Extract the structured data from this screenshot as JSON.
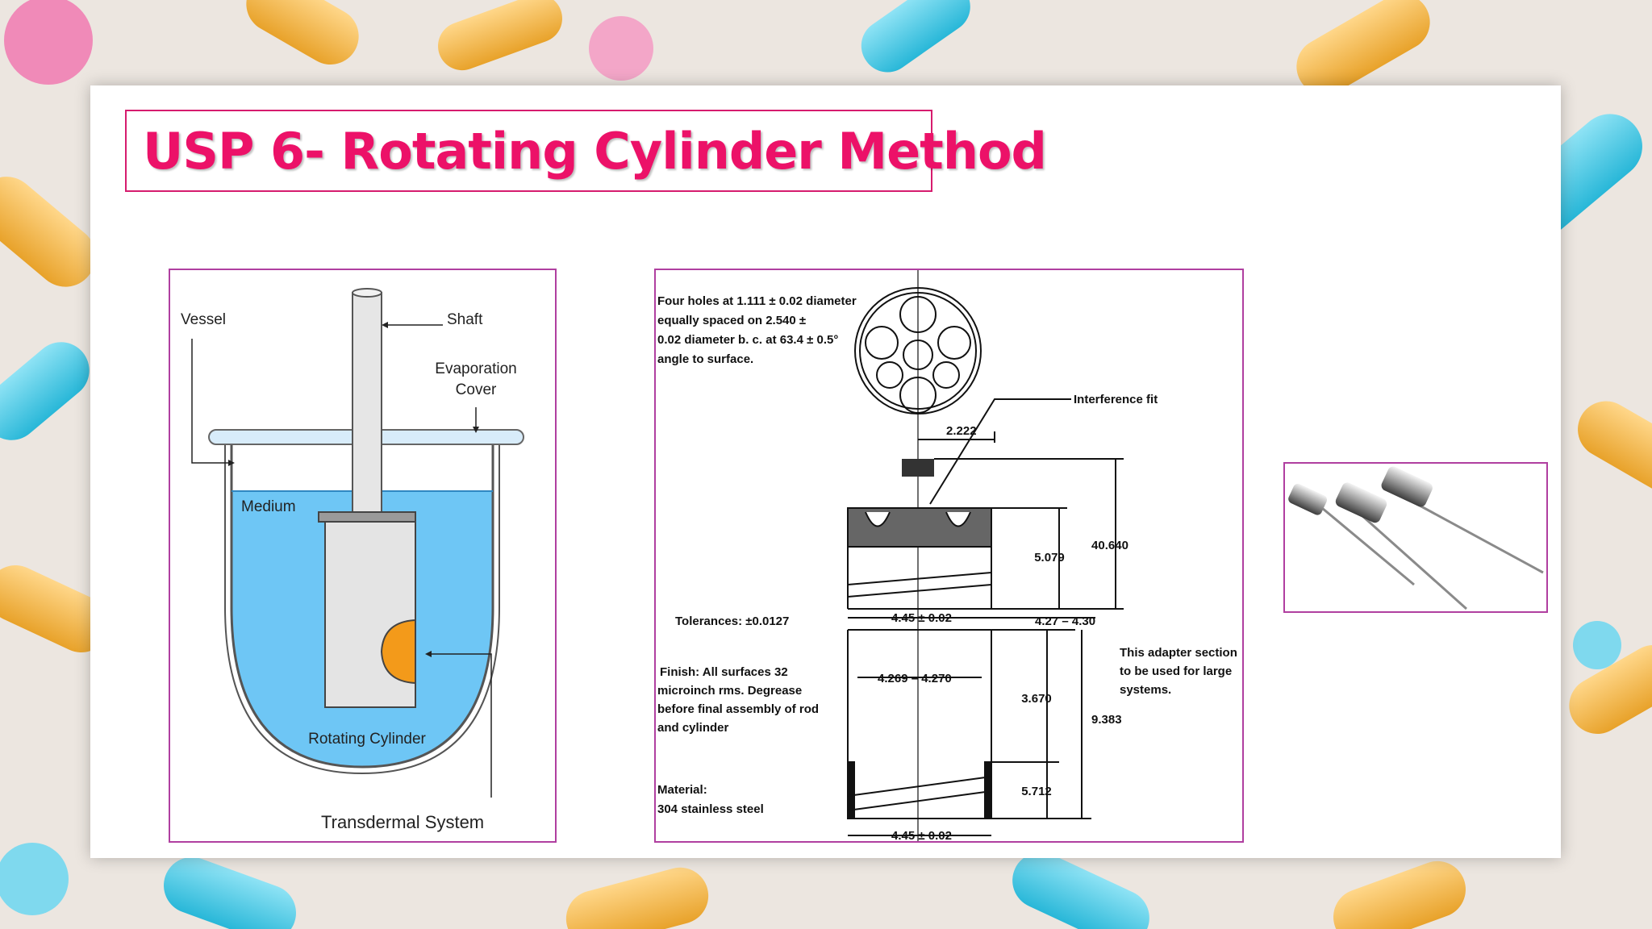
{
  "slide": {
    "title": "USP 6- Rotating Cylinder Method"
  },
  "apparatus_diagram": {
    "labels": {
      "vessel": "Vessel",
      "shaft": "Shaft",
      "evaporation_cover_1": "Evaporation",
      "evaporation_cover_2": "Cover",
      "medium": "Medium",
      "rotating_cylinder": "Rotating Cylinder",
      "transdermal_system": "Transdermal System"
    }
  },
  "technical_drawing": {
    "note_holes": [
      "Four holes at 1.111 ± 0.02 diameter",
      "equally spaced on 2.540 ±",
      "0.02 diameter b. c. at 63.4 ± 0.5°",
      "angle to surface."
    ],
    "interference_fit": "Interference fit",
    "dim_2222": "2.222",
    "dim_40640": "40.640",
    "dim_5079": "5.079",
    "tolerances": "Tolerances: ±0.0127",
    "dim_445_top": "4.45 ± 0.02",
    "dim_427_430": "4.27 – 4.30",
    "adapter_note": [
      "This adapter section",
      "to be used for large",
      "systems."
    ],
    "finish_note": [
      "Finish: All surfaces 32",
      "microinch rms. Degrease",
      "before final assembly of rod",
      "and cylinder"
    ],
    "dim_4269_4270": "4.269 – 4.270",
    "dim_3670": "3.670",
    "dim_9383": "9.383",
    "dim_5712": "5.712",
    "material_note": [
      "Material:",
      "304 stainless steel"
    ],
    "dim_445_bottom": "4.45 ± 0.02"
  },
  "colors": {
    "title": "#ec1168",
    "frame": "#b03fa0",
    "medium": "#6ec6f5",
    "transdermal": "#f39a1a"
  }
}
